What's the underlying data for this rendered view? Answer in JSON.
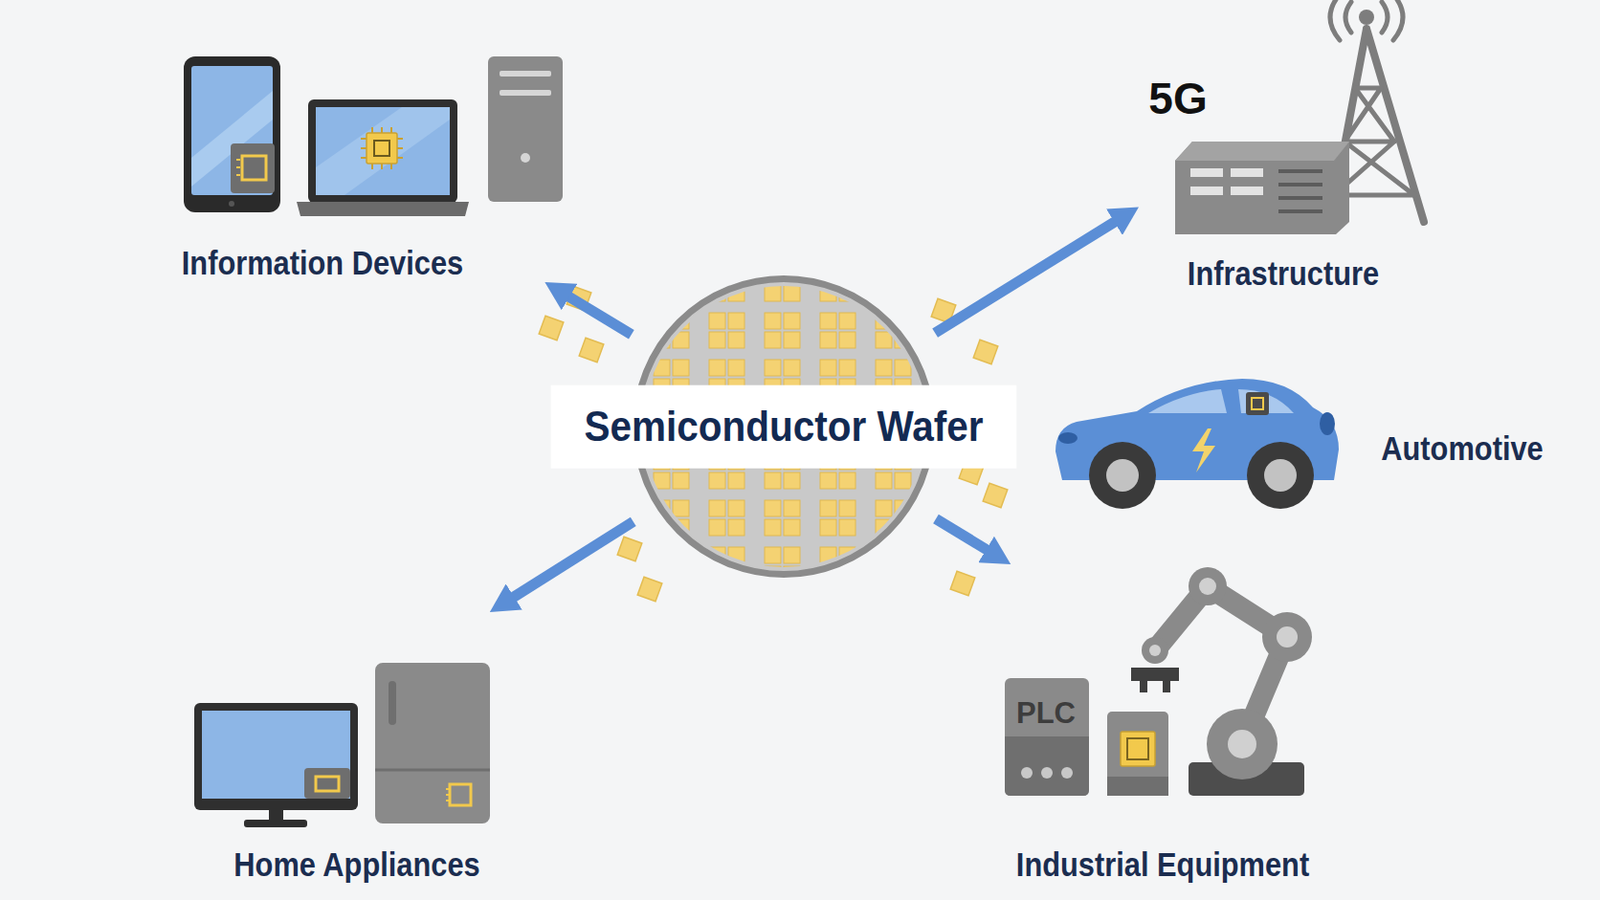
{
  "diagram": {
    "nodes": [
      {
        "text": [
          "Information Devices"
        ]
      },
      {
        "text": [
          "Infrastructure"
        ]
      },
      {
        "text": [
          "Semiconductor Wafer"
        ]
      },
      {
        "text": [
          "Automotive"
        ]
      },
      {
        "text": [
          "Home Appliances"
        ]
      },
      {
        "text": [
          "Industrial Equipment"
        ]
      }
    ],
    "edges": [
      {
        "from": 2,
        "to": 0,
        "arrow": "to"
      },
      {
        "from": 2,
        "to": 1,
        "arrow": "to"
      },
      {
        "from": 2,
        "to": 4,
        "arrow": "to"
      },
      {
        "from": 2,
        "to": 5,
        "arrow": "to"
      }
    ],
    "labels": [
      "5G",
      "PLC"
    ]
  }
}
